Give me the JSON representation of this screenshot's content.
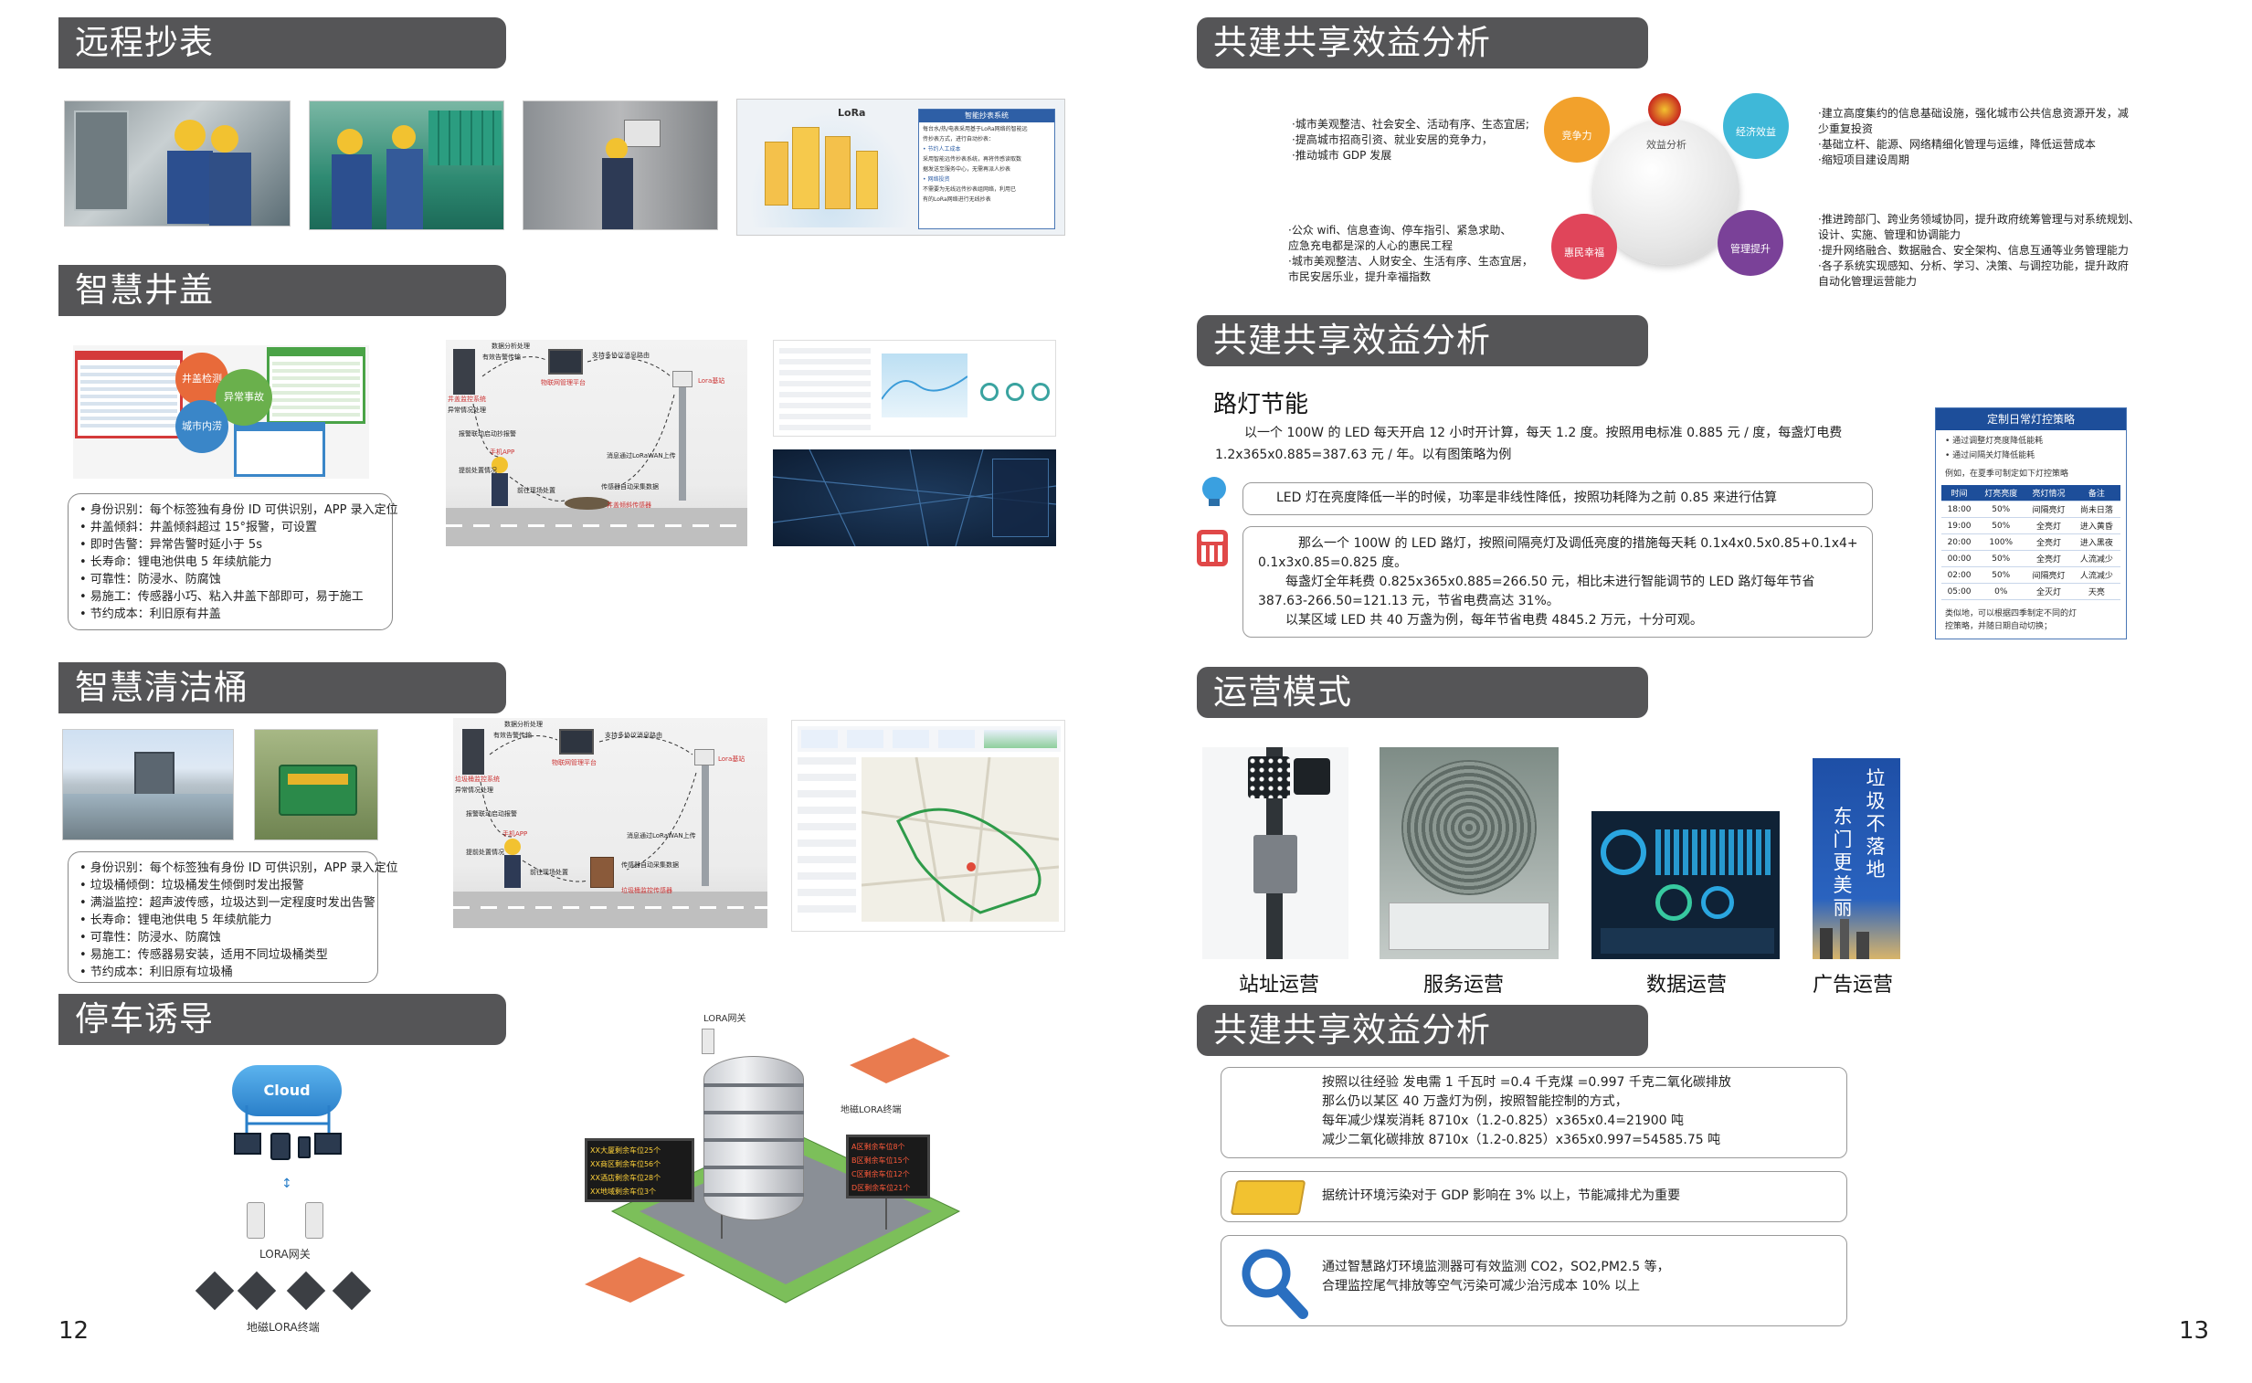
{
  "left_page": {
    "sections": [
      {
        "title": "远程抄表"
      },
      {
        "title": "智慧井盖"
      },
      {
        "title": "智慧清洁桶"
      },
      {
        "title": "停车诱导"
      }
    ],
    "meter_reading": {
      "lora_logo": "LoRa",
      "panel_title": "智能抄表系统",
      "panel_lines": [
        "每台水/热/电表采用基于LoRa网络的智能远",
        "传抄表方式，进行自动抄表：",
        "• 节约人工成本",
        "采用智能远传抄表系统，再将传感读取数",
        "据发送至服务中心，无需再派人抄表",
        "• 网络投资",
        "不需要为无线远传抄表组网络，利用已",
        "有的LoRa网络进行无线抄表"
      ]
    },
    "manhole": {
      "diagram_labels": [
        "数据分析处理",
        "有效告警传输",
        "支持多协议消息路由",
        "Lora基站",
        "井盖监控系统",
        "物联网管理平台",
        "异常情况处理",
        "报警联动启动抄报警",
        "手机APP",
        "提前处置情况",
        "消息通过LoRaWAN上传",
        "传感器自动采集数据",
        "前往现场处置",
        "井盖倾斜传感器"
      ],
      "bubble_labels": [
        "井盖检测",
        "异常事故",
        "城市内涝"
      ],
      "features": [
        "• 身份识别：每个标签独有身份 ID 可供识别，APP 录入定位",
        "• 井盖倾斜：井盖倾斜超过 15°报警，可设置",
        "• 即时告警：异常告警时延小于 5s",
        "• 长寿命：锂电池供电 5 年续航能力",
        "• 可靠性：防浸水、防腐蚀",
        "• 易施工：传感器小巧、粘入井盖下部即可，易于施工",
        "• 节约成本：利旧原有井盖"
      ]
    },
    "bin": {
      "diagram_labels": [
        "数据分析处理",
        "有效告警传输",
        "支持多协议消息路由",
        "Lora基站",
        "垃圾桶监控系统",
        "物联网管理平台",
        "异常情况处理",
        "报警联动启动报警",
        "手机APP",
        "提前处置情况",
        "消息通过LoRaWAN上传",
        "传感器自动采集数据",
        "前往现场处置",
        "垃圾桶监控传感器"
      ],
      "features": [
        "• 身份识别：每个标签独有身份 ID 可供识别，APP 录入定位",
        "• 垃圾桶倾倒：垃圾桶发生倾倒时发出报警",
        "• 满溢监控：超声波传感，垃圾达到一定程度时发出告警",
        "• 长寿命：锂电池供电 5 年续航能力",
        "• 可靠性：防浸水、防腐蚀",
        "• 易施工：传感器易安装，适用不同垃圾桶类型",
        "• 节约成本：利旧原有垃圾桶"
      ]
    },
    "parking": {
      "cloud": "Cloud",
      "gateway": "LORA网关",
      "terminal": "地磁LORA终端",
      "gateway2": "LORA网关",
      "terminal2": "地磁LORA终端",
      "sign_left": [
        "XX大厦剩余车位25个",
        "XX商区剩余车位56个",
        "XX酒店剩余车位28个",
        "XX地域剩余车位3个"
      ],
      "sign_right": [
        "A区剩余车位8个",
        "B区剩余车位15个",
        "C区剩余车位12个",
        "D区剩余车位21个"
      ]
    },
    "page_number": "12"
  },
  "right_page": {
    "sections": [
      {
        "title": "共建共享效益分析"
      },
      {
        "title": "共建共享效益分析"
      },
      {
        "title": "运营模式"
      },
      {
        "title": "共建共享效益分析"
      }
    ],
    "benefit_wheel": {
      "center": "效益分析",
      "items": [
        {
          "label": "竞争力",
          "color": "#f2a12c"
        },
        {
          "label": "经济效益",
          "color": "#3fb8d8"
        },
        {
          "label": "惠民幸福",
          "color": "#e0455a"
        },
        {
          "label": "管理提升",
          "color": "#7a4198"
        }
      ],
      "top_left": [
        "·城市美观整洁、社会安全、活动有序、生态宜居;",
        "·提高城市招商引资、就业安居的竞争力，",
        "·推动城市 GDP 发展"
      ],
      "bottom_left": [
        "·公众 wifi、信息查询、停车指引、紧急求助、",
        "应急充电都是深的人心的惠民工程",
        "·城市美观整洁、人财安全、生活有序、生态宜居，",
        "市民安居乐业，提升幸福指数"
      ],
      "top_right": [
        "·建立高度集约的信息基础设施，强化城市公共信息资源开发，减",
        "少重复投资",
        "·基础立杆、能源、网络精细化管理与运维，降低运营成本",
        "·缩短项目建设周期"
      ],
      "bottom_right": [
        "·推进跨部门、跨业务领域协同，提升政府统筹管理与对系统规划、",
        "设计、实施、管理和协调能力",
        "·提升网络融合、数据融合、安全架构、信息互通等业务管理能力",
        "·各子系统实现感知、分析、学习、决策、与调控功能，提升政府",
        "自动化管理运营能力"
      ]
    },
    "streetlight": {
      "heading": "路灯节能",
      "intro": [
        "以一个 100W 的 LED 每天开启 12 小时开计算，每天 1.2 度。按照用电标准 0.885 元 / 度，每盏灯电费",
        "1.2x365x0.885=387.63 元 / 年。以有图策略为例"
      ],
      "note": "LED 灯在亮度降低一半的时候，功率是非线性降低，按照功耗降为之前 0.85 来进行估算",
      "calc": [
        "那么一个 100W 的 LED 路灯，按照间隔亮灯及调低亮度的措施每天耗 0.1x4x0.5x0.85+0.1x4+",
        "0.1x3x0.85=0.825 度。",
        "每盏灯全年耗费 0.825x365x0.885=266.50 元，相比未进行智能调节的 LED 路灯每年节省",
        "387.63-266.50=121.13 元，节省电费高达 31%。",
        "以某区域 LED 共 40 万盏为例，每年节省电费 4845.2 万元，十分可观。"
      ],
      "strategy": {
        "title": "定制日常灯控策略",
        "bullets": [
          "• 通过调整灯亮度降低能耗",
          "• 通过间隔关灯降低能耗"
        ],
        "example": "例如，在夏季可制定如下灯控策略",
        "headers": [
          "时间",
          "灯亮亮度",
          "亮灯情况",
          "备注"
        ],
        "rows": [
          [
            "18:00",
            "50%",
            "间隔亮灯",
            "尚未日落"
          ],
          [
            "19:00",
            "50%",
            "全亮灯",
            "进入黄昏"
          ],
          [
            "20:00",
            "100%",
            "全亮灯",
            "进入黑夜"
          ],
          [
            "00:00",
            "50%",
            "全亮灯",
            "人流减少"
          ],
          [
            "02:00",
            "50%",
            "间隔亮灯",
            "人流减少"
          ],
          [
            "05:00",
            "0%",
            "全灭灯",
            "天亮"
          ]
        ],
        "footer": [
          "类似地，可以根据四季制定不同的灯",
          "控策略，并随日期自动切换；"
        ]
      }
    },
    "ops": [
      {
        "label": "站址运营"
      },
      {
        "label": "服务运营"
      },
      {
        "label": "数据运营"
      },
      {
        "label": "广告运营"
      }
    ],
    "ad_text": [
      "垃",
      "圾",
      "不",
      "落",
      "地",
      "东",
      "门",
      "更",
      "美",
      "丽"
    ],
    "emission": {
      "box1": [
        "按照以往经验 发电需 1 千瓦时 =0.4 千克煤 =0.997 千克二氧化碳排放",
        "那么仍以某区 40 万盏灯为例，按照智能控制的方式，",
        "每年减少煤炭消耗 8710x（1.2-0.825）x365x0.4=21900 吨",
        "减少二氧化碳排放 8710x（1.2-0.825）x365x0.997=54585.75 吨"
      ],
      "box2": "据统计环境污染对于 GDP 影响在 3% 以上，节能减排尤为重要",
      "box3": [
        "通过智慧路灯环境监测器可有效监测 CO2，SO2,PM2.5 等，",
        "合理监控尾气排放等空气污染可减少治污成本 10% 以上"
      ]
    },
    "page_number": "13"
  }
}
